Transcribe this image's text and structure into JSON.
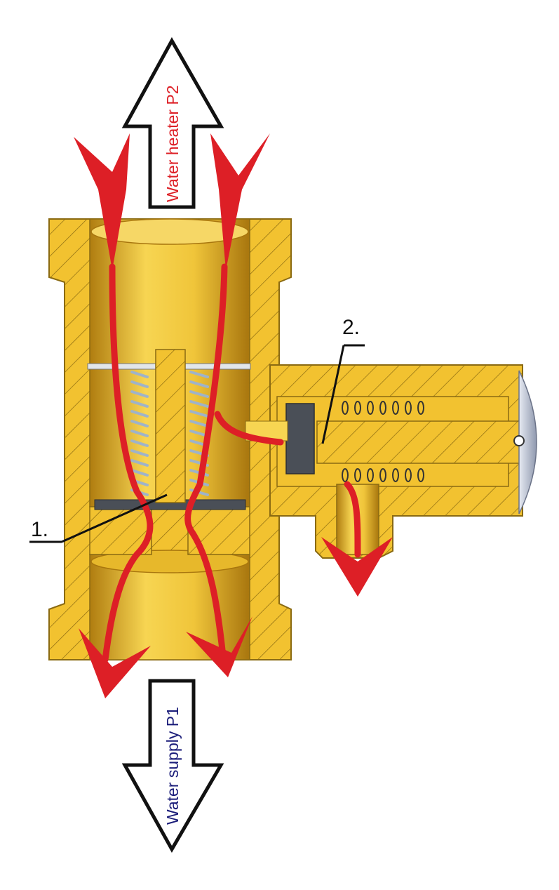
{
  "labels": {
    "top_arrow": "Water heater P2",
    "bottom_arrow": "Water supply P1",
    "callout_1": "1.",
    "callout_2": "2."
  },
  "colors": {
    "brass": "#f2c230",
    "brass_dark": "#c9961c",
    "hatch": "#8a6a12",
    "flow_arrow": "#dd1f26",
    "top_label_text": "#dd1f26",
    "bottom_label_text": "#1b1d7a",
    "spring": "#9fb3c8",
    "seal": "#4a4f57",
    "cap": "#b9c2d6"
  }
}
